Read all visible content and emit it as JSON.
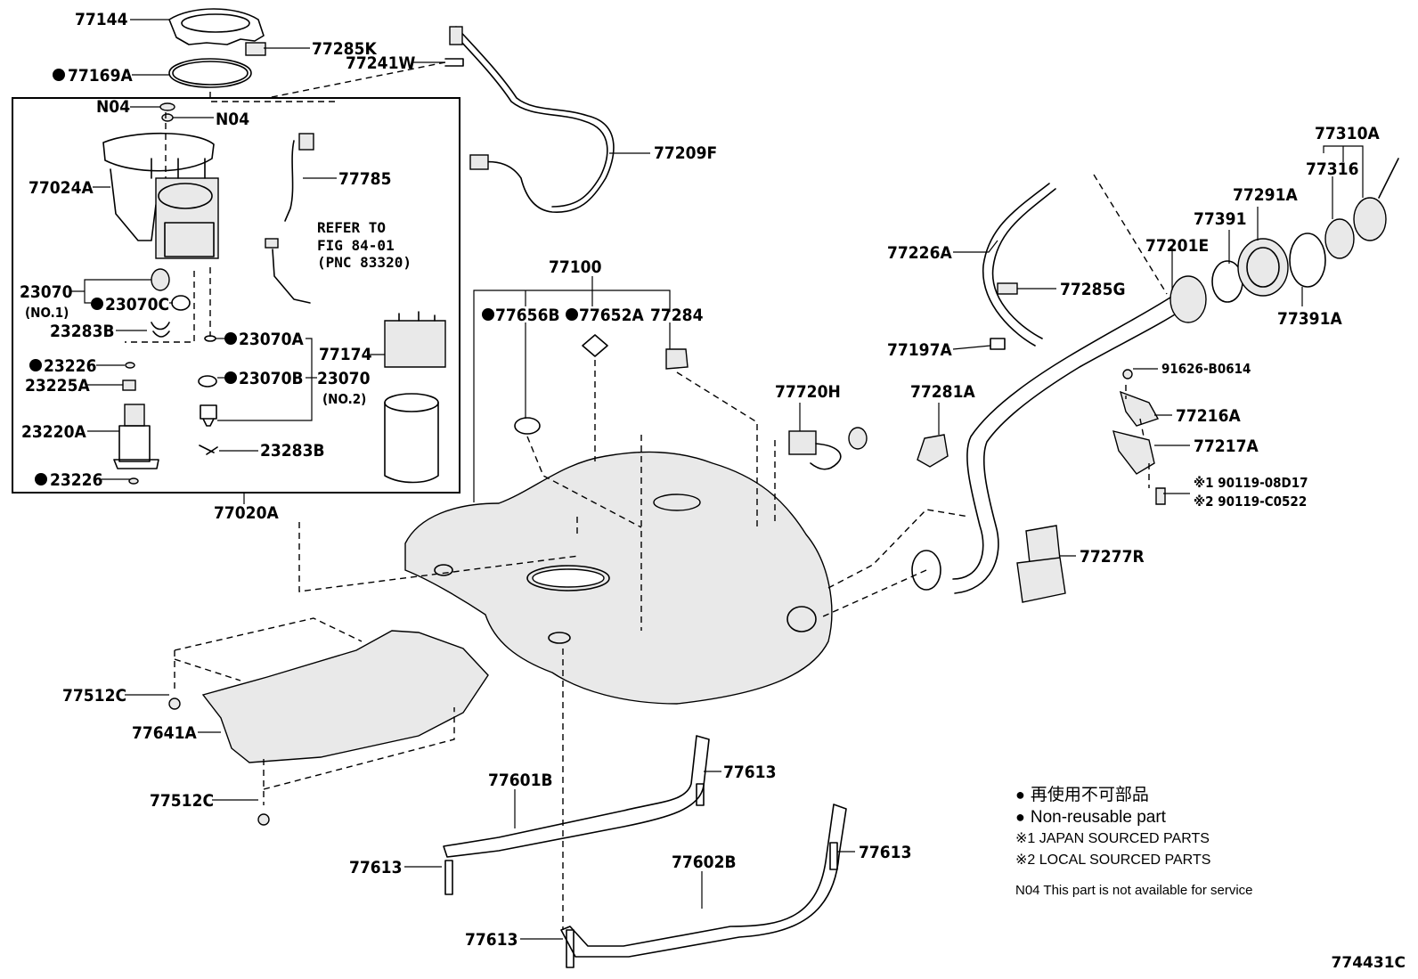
{
  "labels": {
    "p77144": "77144",
    "p77285K": "77285K",
    "p77169A": "77169A",
    "p77241W": "77241W",
    "n04_left": "N04",
    "n04_right": "N04",
    "p77209F": "77209F",
    "p77024A": "77024A",
    "p77785": "77785",
    "refer1": "REFER TO",
    "refer2": "FIG 84-01",
    "refer3": "(PNC 83320)",
    "p23070": "23070",
    "p23070_no1": "(NO.1)",
    "p23070C": "23070C",
    "p23283B_top": "23283B",
    "p23070A": "23070A",
    "p23226_top": "23226",
    "p23225A": "23225A",
    "p23070B": "23070B",
    "p23070_2": "23070",
    "p23070_no2": "(NO.2)",
    "p77174": "77174",
    "p23220A": "23220A",
    "p23283B_bot": "23283B",
    "p23226_bot": "23226",
    "p77020A": "77020A",
    "p77100": "77100",
    "p77656B": "77656B",
    "p77652A": "77652A",
    "p77284": "77284",
    "p77720H": "77720H",
    "p77226A": "77226A",
    "p77285G": "77285G",
    "p77197A": "77197A",
    "p77281A": "77281A",
    "p77201E": "77201E",
    "p77391": "77391",
    "p77291A": "77291A",
    "p77316": "77316",
    "p77310A": "77310A",
    "p77391A": "77391A",
    "p91626": "91626-B0614",
    "p77216A": "77216A",
    "p77217A": "77217A",
    "p90119_1": "※1 90119-08D17",
    "p90119_2": "※2 90119-C0522",
    "p77277R": "77277R",
    "p77512C_top": "77512C",
    "p77641A": "77641A",
    "p77512C_bot": "77512C",
    "p77601B": "77601B",
    "p77613_a": "77613",
    "p77613_b": "77613",
    "p77613_c": "77613",
    "p77613_d": "77613",
    "p77602B": "77602B"
  },
  "legend": {
    "bullet": "●",
    "reuse_jp": "再使用不可部品",
    "reuse_en": "Non-reusable part",
    "japan": "※1 JAPAN SOURCED PARTS",
    "local": "※2 LOCAL SOURCED PARTS",
    "n04_note": "N04 This part is not available for service"
  },
  "figure_number": "774431C"
}
